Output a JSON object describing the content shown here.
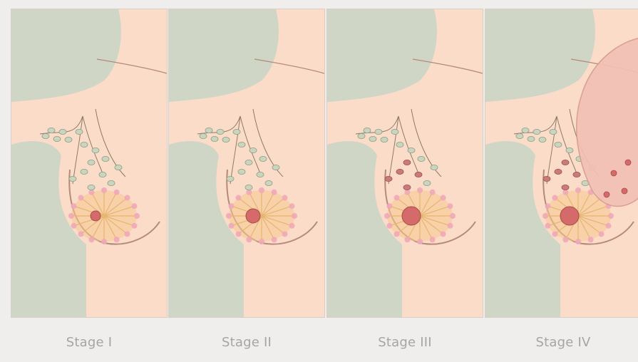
{
  "figure": {
    "panels": [
      {
        "label": "Stage I",
        "tumor_size": 1,
        "affected_nodes": 0,
        "metastasis": false
      },
      {
        "label": "Stage II",
        "tumor_size": 2,
        "affected_nodes": 0,
        "metastasis": false
      },
      {
        "label": "Stage III",
        "tumor_size": 3,
        "affected_nodes": 5,
        "metastasis": false
      },
      {
        "label": "Stage IV",
        "tumor_size": 3,
        "affected_nodes": 5,
        "metastasis": true
      }
    ]
  },
  "colors": {
    "background": "#efeeec",
    "skin": "#fbdcc9",
    "body_shadow": "#cfd6c5",
    "node_normal": "#c9d5bf",
    "node_affected": "#c97b7b",
    "tumor": "#d46a6a",
    "lung": "#f3c0b6",
    "caption": "#a8a4a0"
  }
}
